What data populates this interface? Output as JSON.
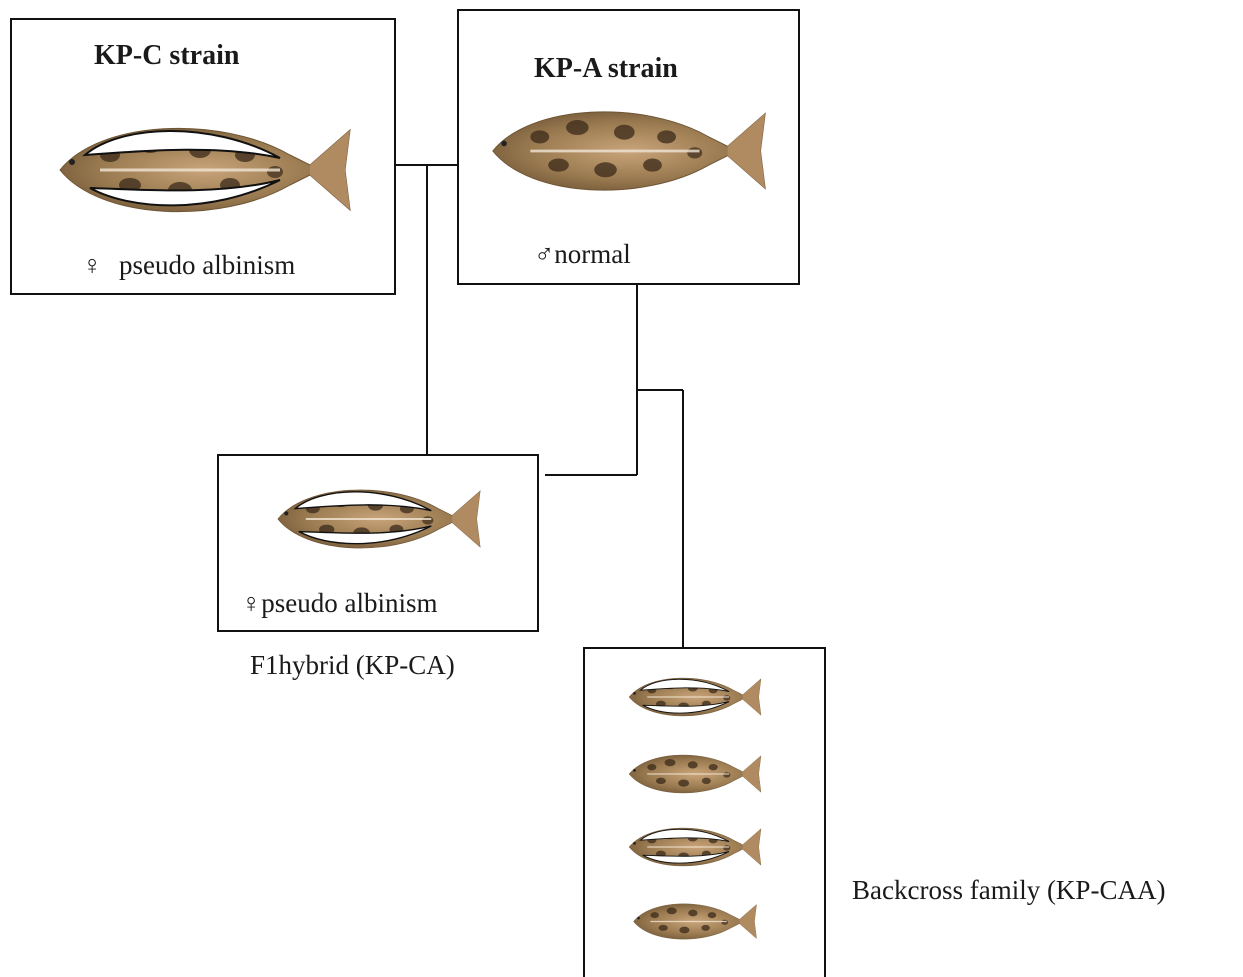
{
  "kp_c": {
    "title": "KP-C strain",
    "symbol": "♀",
    "caption": "pseudo albinism"
  },
  "kp_a": {
    "title": "KP-A strain",
    "symbol": "♂",
    "caption": "normal"
  },
  "f1": {
    "symbol": "♀",
    "caption": "pseudo albinism",
    "label": "F1hybrid (KP-CA)"
  },
  "backcross": {
    "label": "Backcross family (KP-CAA)",
    "fish": [
      "pseudo-albino",
      "normal",
      "pseudo-albino",
      "normal"
    ]
  },
  "colors": {
    "fish_body": "#9a7a50",
    "fish_spot": "#3b2a1a",
    "fish_fin": "#b08a60",
    "line": "#111111"
  }
}
